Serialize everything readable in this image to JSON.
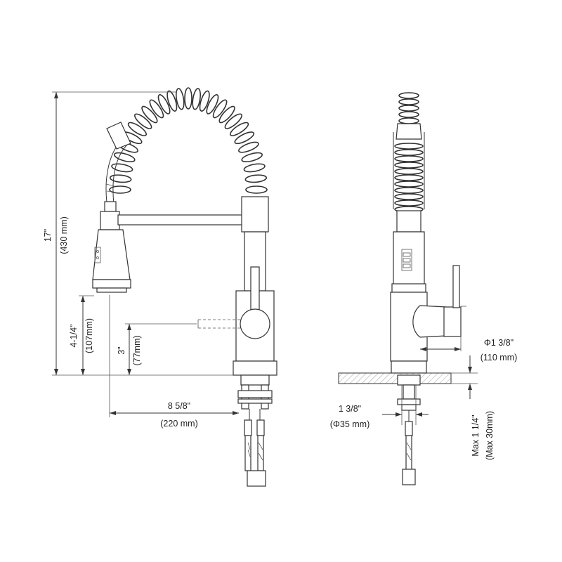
{
  "drawing": {
    "front_view": {
      "height_imperial": "17\"",
      "height_metric": "(430 mm)",
      "spray_height_imperial": "4-1/4\"",
      "spray_height_metric": "(107mm)",
      "outlet_height_imperial": "3\"",
      "outlet_height_metric": "(77mm)",
      "reach_imperial": "8 5/8\"",
      "reach_metric": "(220 mm)"
    },
    "side_view": {
      "base_dia_imperial": "Φ1 3/8\"",
      "base_dia_metric": "(110 mm)",
      "hole_imperial": "1 3/8\"",
      "hole_metric": "(Φ35 mm)",
      "deck_imperial": "Max 1 1/4\"",
      "deck_metric": "(Max 30mm)"
    }
  },
  "colors": {
    "line": "#333333",
    "hatch": "#666666"
  }
}
